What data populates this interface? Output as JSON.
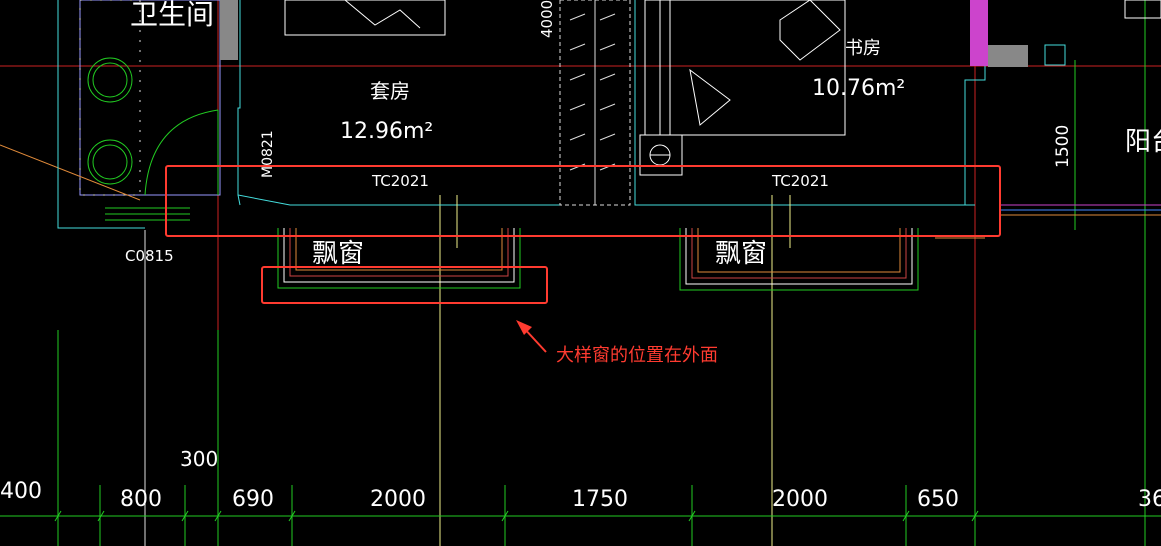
{
  "drawing": {
    "rooms": {
      "bathroom": "卫生间",
      "suite": "套房",
      "suite_area": "12.96m²",
      "study": "书房",
      "study_area": "10.76m²",
      "balcony": "阳台"
    },
    "labels": {
      "door_m0821": "M0821",
      "window_tc_left": "TC2021",
      "window_tc_right": "TC2021",
      "bay_window_left": "飘窗",
      "bay_window_right": "飘窗",
      "window_c0815": "C0815",
      "dim_4000": "4000",
      "dim_1500": "1500",
      "dim_300": "300"
    },
    "annotation": {
      "note": "大样窗的位置在外面",
      "color": "#ff3b30"
    },
    "dimensions": [
      "400",
      "800",
      "690",
      "2000",
      "1750",
      "2000",
      "650",
      "36"
    ]
  }
}
